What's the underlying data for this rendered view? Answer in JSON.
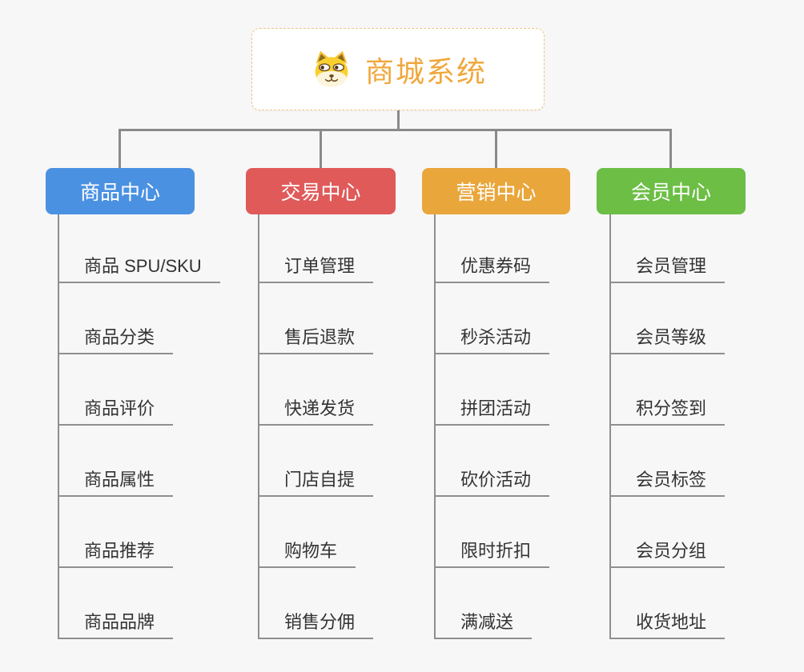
{
  "page": {
    "background": "#F7F7F7",
    "connector_color": "#8A8A8A",
    "underline_color": "#8F8F8F"
  },
  "root": {
    "title": "商城系统",
    "title_color": "#F0A73C",
    "border_color": "#F0C584",
    "icon": "shiba-dog-icon"
  },
  "branches": [
    {
      "label": "商品中心",
      "color": "#4B91E2",
      "children": [
        "商品 SPU/SKU",
        "商品分类",
        "商品评价",
        "商品属性",
        "商品推荐",
        "商品品牌"
      ]
    },
    {
      "label": "交易中心",
      "color": "#E05A5A",
      "children": [
        "订单管理",
        "售后退款",
        "快递发货",
        "门店自提",
        "购物车",
        "销售分佣"
      ]
    },
    {
      "label": "营销中心",
      "color": "#E9A63B",
      "children": [
        "优惠券码",
        "秒杀活动",
        "拼团活动",
        "砍价活动",
        "限时折扣",
        "满减送"
      ]
    },
    {
      "label": "会员中心",
      "color": "#6CBE45",
      "children": [
        "会员管理",
        "会员等级",
        "积分签到",
        "会员标签",
        "会员分组",
        "收货地址"
      ]
    }
  ]
}
